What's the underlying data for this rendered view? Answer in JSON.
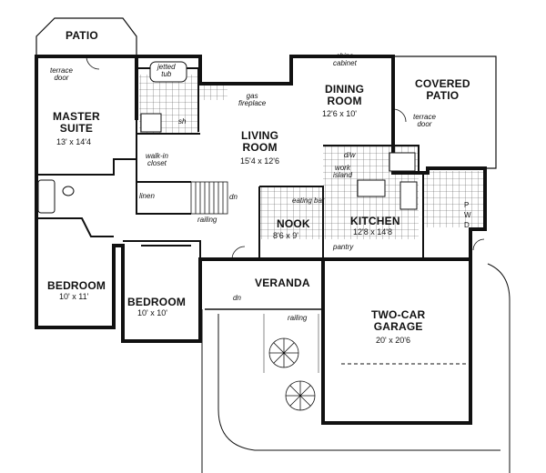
{
  "rooms": {
    "patio": "PATIO",
    "master_suite": "MASTER\nSUITE",
    "master_suite_dim": "13' x 14'4",
    "living_room": "LIVING\nROOM",
    "living_room_dim": "15'4 x 12'6",
    "dining_room": "DINING\nROOM",
    "dining_room_dim": "12'6 x 10'",
    "covered_patio": "COVERED\nPATIO",
    "nook": "NOOK",
    "nook_dim": "8'6 x 9'",
    "kitchen": "KITCHEN",
    "kitchen_dim": "12'8 x 14'8",
    "bedroom_left": "BEDROOM",
    "bedroom_left_dim": "10' x 11'",
    "bedroom_mid": "BEDROOM",
    "bedroom_mid_dim": "10' x 10'",
    "veranda": "VERANDA",
    "garage": "TWO-CAR\nGARAGE",
    "garage_dim": "20' x 20'6"
  },
  "notes": {
    "terrace_door_left": "terrace\ndoor",
    "jetted_tub": "jetted\ntub",
    "shower": "sh",
    "gas_fireplace": "gas\nfireplace",
    "china_cabinet": "china\ncabinet",
    "terrace_door_right": "terrace\ndoor",
    "walk_in_closet": "walk-in\ncloset",
    "linen": "linen",
    "dn_stair": "dn",
    "railing_stair": "railing",
    "eating_bar": "eating bar",
    "work_island": "work\nisland",
    "dw": "d/w",
    "pantry": "pantry",
    "dn_veranda": "dn",
    "railing_veranda": "railing",
    "laundry_p": "P",
    "laundry_w": "W",
    "laundry_d": "D"
  }
}
